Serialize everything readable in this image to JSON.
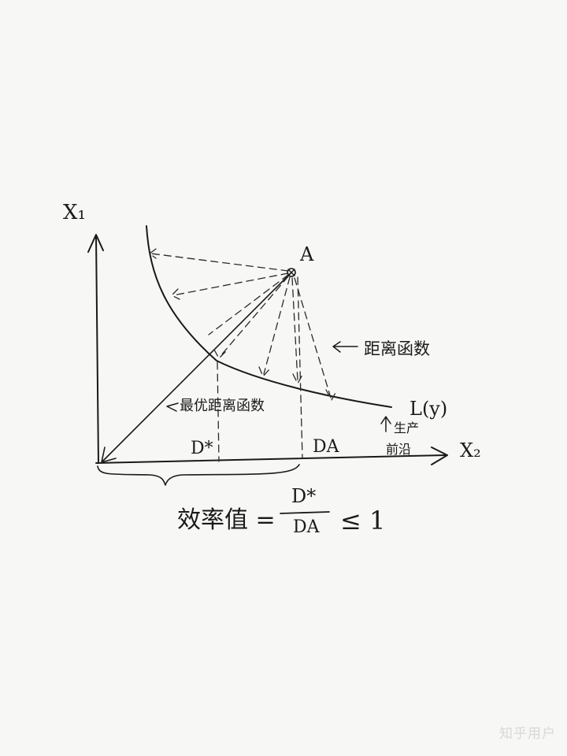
{
  "diagram": {
    "axis_y_label": "X₁",
    "axis_x_label": "X₂",
    "point_a_label": "A",
    "distance_function_label": "距离函数",
    "optimal_distance_label": "最优距离函数",
    "isoquant_label": "L(y)",
    "frontier_label_line1": "生产",
    "frontier_label_line2": "前沿",
    "d_star_label": "D*",
    "d_a_label": "DA",
    "formula": {
      "lhs": "效率值 =",
      "numerator": "D*",
      "denominator": "DA",
      "rhs": "≤ 1"
    }
  },
  "watermark": "知乎用户"
}
